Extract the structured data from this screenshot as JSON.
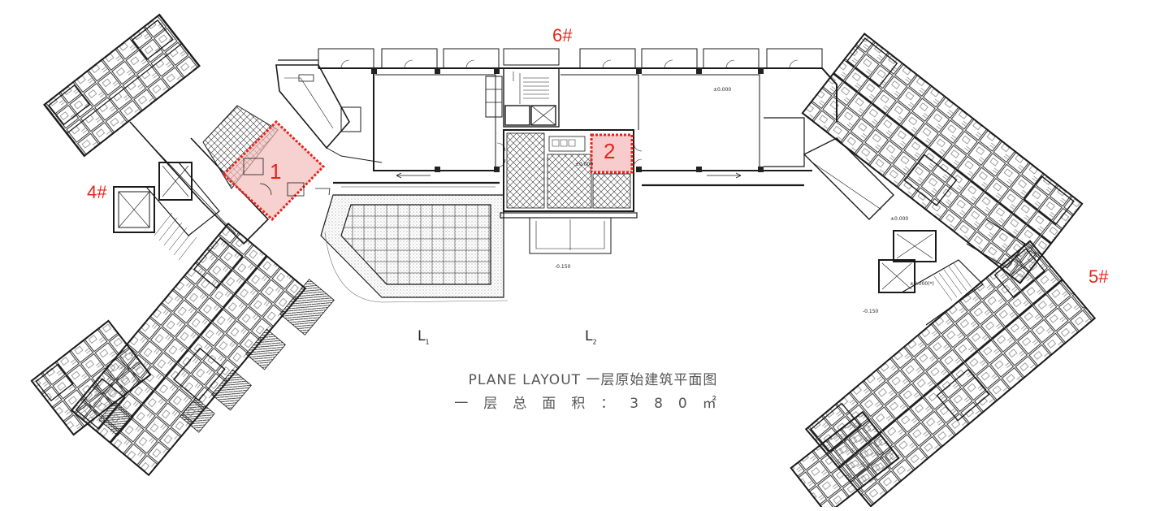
{
  "building_labels": {
    "b6": "6#",
    "b4": "4#",
    "b5": "5#"
  },
  "zones": {
    "z1": "1",
    "z2": "2"
  },
  "section_marks": {
    "l1_main": "L",
    "l1_sub": "1",
    "l2_main": "L",
    "l2_sub": "2"
  },
  "caption": {
    "line1": "PLANE LAYOUT 一层原始建筑平面图",
    "line2": "一层总面积：380㎡"
  },
  "elevations": {
    "e1": "±0.000",
    "e2": "±0.000",
    "e3": "-0.150",
    "e4": "±0.000",
    "e5": "-0.150",
    "e6": "±0.000(*)"
  },
  "colors": {
    "zone_red": "#e8231c",
    "zone_fill": "#f2b7b7",
    "line": "#1a1a1a",
    "caption": "#555555"
  }
}
